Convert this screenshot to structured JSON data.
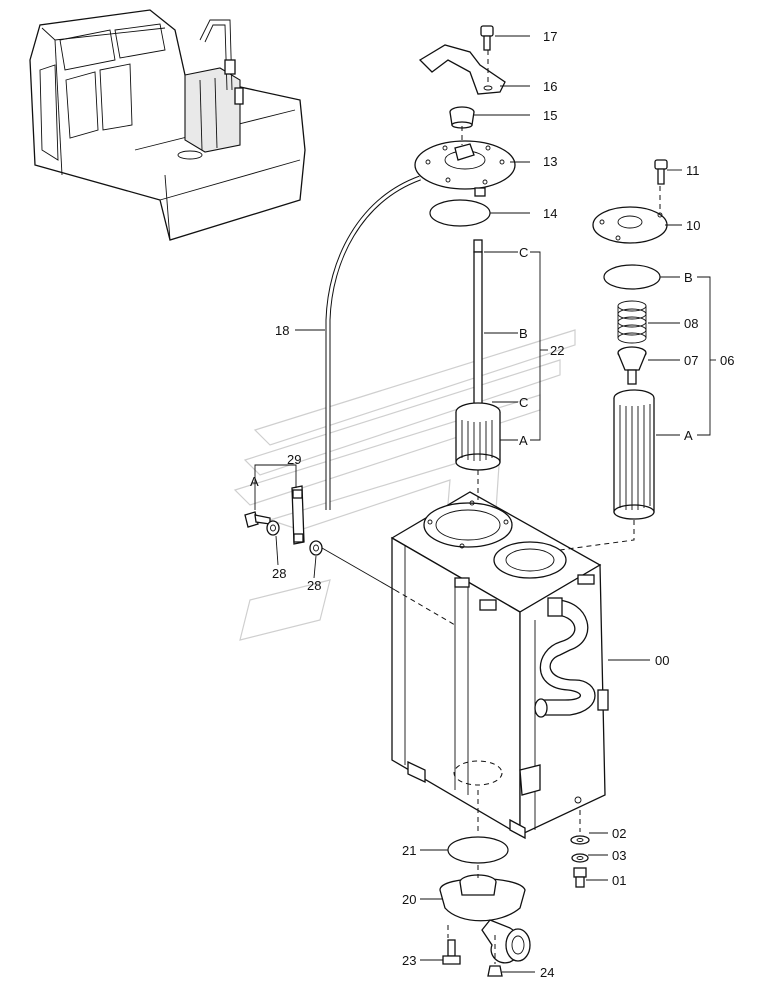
{
  "diagram": {
    "labels": {
      "p00": "00",
      "p01": "01",
      "p02": "02",
      "p03": "03",
      "p06": "06",
      "p07": "07",
      "p08": "08",
      "p10": "10",
      "p11": "11",
      "p13": "13",
      "p14": "14",
      "p15": "15",
      "p16": "16",
      "p17": "17",
      "p18": "18",
      "p20": "20",
      "p21": "21",
      "p22": "22",
      "p23": "23",
      "p24": "24",
      "p28a": "28",
      "p28b": "28",
      "p29": "29",
      "refA_filter": "A",
      "refA_element": "A",
      "refA_gauge": "A",
      "refB_rod": "B",
      "refB_oring": "B",
      "refC_top": "C",
      "refC_mid": "C"
    }
  }
}
